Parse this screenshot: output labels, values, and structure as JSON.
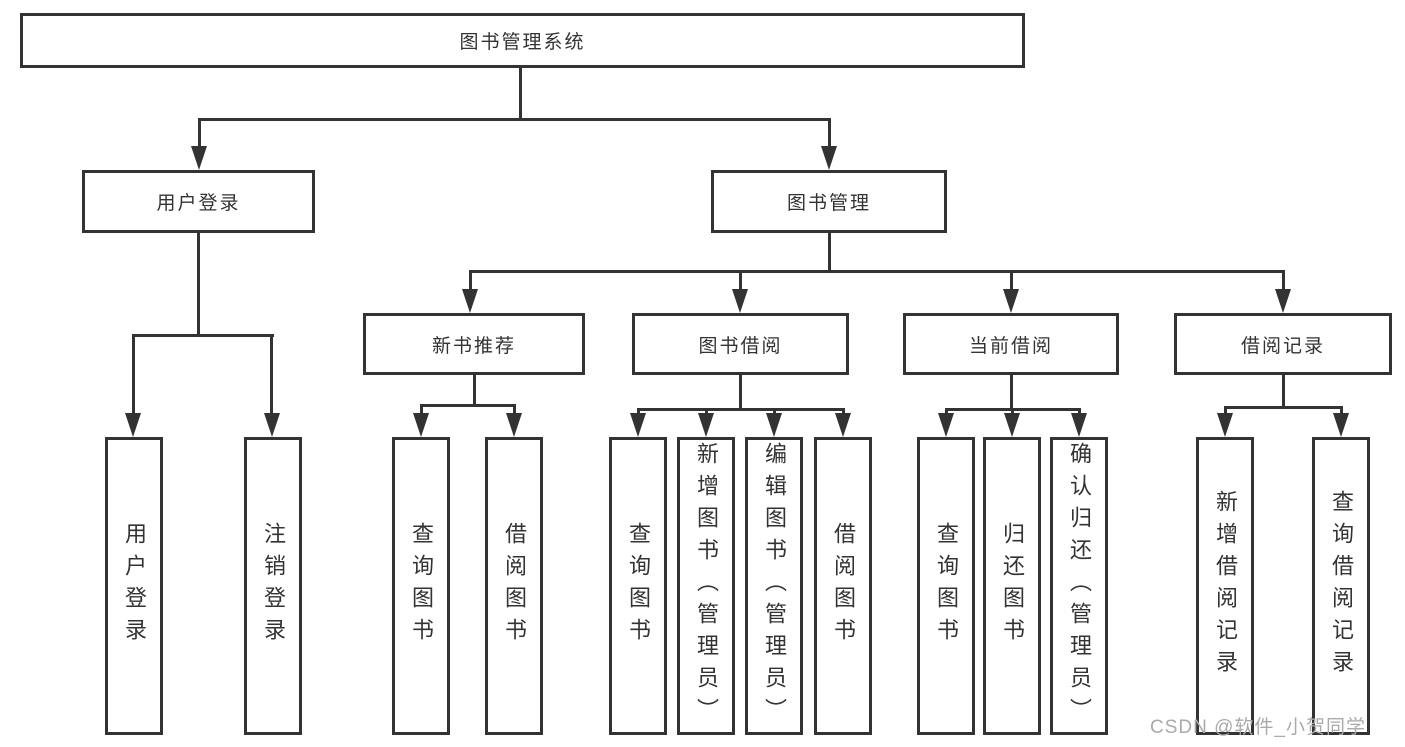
{
  "diagram": {
    "root": {
      "label": "图书管理系统"
    },
    "level2": [
      {
        "label": "用户登录",
        "children": [
          {
            "label": "用户登录"
          },
          {
            "label": "注销登录"
          }
        ]
      },
      {
        "label": "图书管理",
        "children": [
          {
            "label": "新书推荐",
            "children": [
              {
                "label": "查询图书"
              },
              {
                "label": "借阅图书"
              }
            ]
          },
          {
            "label": "图书借阅",
            "children": [
              {
                "label": "查询图书"
              },
              {
                "label": "新增图书（管理员）"
              },
              {
                "label": "编辑图书（管理员）"
              },
              {
                "label": "借阅图书"
              }
            ]
          },
          {
            "label": "当前借阅",
            "children": [
              {
                "label": "查询图书"
              },
              {
                "label": "归还图书"
              },
              {
                "label": "确认归还（管理员）"
              }
            ]
          },
          {
            "label": "借阅记录",
            "children": [
              {
                "label": "新增借阅记录"
              },
              {
                "label": "查询借阅记录"
              }
            ]
          }
        ]
      }
    ],
    "colors": {
      "line": "#333333",
      "text": "#333333",
      "background": "#ffffff",
      "watermark": "#aaaaaa"
    }
  },
  "watermark": {
    "text": "CSDN @软件_小贺同学"
  }
}
